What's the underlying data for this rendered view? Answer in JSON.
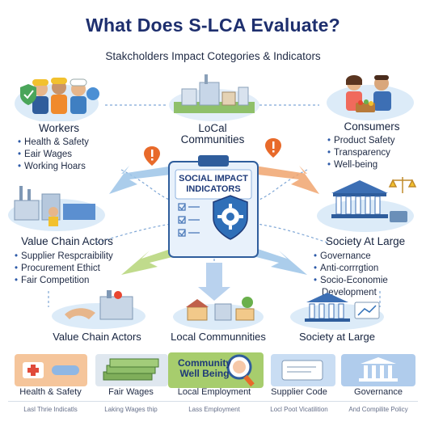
{
  "title": "What Does S-LCA Evaluate?",
  "subtitle": "Stakcholders  Impact Cotegories & Indicators",
  "center": {
    "title_line1": "SOCIAL IMPACT",
    "title_line2": "INDICATORS"
  },
  "nodes": {
    "workers": {
      "title": "Workers",
      "items": [
        "Health & Safety",
        "Eair Wages",
        "Working Hoars"
      ]
    },
    "local_communities": {
      "title_line1": "LoCal",
      "title_line2": "Communities"
    },
    "consumers": {
      "title": "Consumers",
      "items": [
        "Product Safety",
        "Transparency",
        "Well-being"
      ]
    },
    "value_chain_actors": {
      "title": "Value Chain Actors",
      "items": [
        "Supplier Respcraibility",
        "Procurement Ethict",
        "Fair Competition"
      ]
    },
    "society_at_large": {
      "title": "Society At Large",
      "items": [
        "Governance",
        "Anti-corrrgtion",
        "Socio-Economie",
        "Development"
      ]
    }
  },
  "bottom_row": {
    "value_chain_actors": "Value Chain Actors",
    "local_communities": "Local Communnities",
    "society_at_large": "Society at Large"
  },
  "footer": {
    "community_badge_line1": "Community",
    "community_badge_line2": "Well Being",
    "labels": [
      "Health & Safety",
      "Fair Wages",
      "Local Employment",
      "Supplier Code",
      "Governance"
    ],
    "faint_labels": [
      "Lasl Thrie Indicatls",
      "Laking Wages thip",
      "Lass Employment",
      "Locl Poot Vicatilition",
      "And Compilite Policy"
    ]
  },
  "colors": {
    "title": "#1e2f6e",
    "accent_blue": "#2d5aa8",
    "arrow_blue": "#9cc4e8",
    "arrow_orange": "#f0a46e",
    "arrow_green": "#b9d77f",
    "footer_orange": "#f2b27a",
    "footer_green": "#a7cd6d",
    "footer_blue": "#8fb7e4"
  },
  "icons": [
    "shield-gear-icon",
    "checklist-icon",
    "warning-pin-icon",
    "magnifier-icon",
    "scales-icon",
    "medical-kit-icon",
    "factory-icon",
    "government-building-icon"
  ]
}
